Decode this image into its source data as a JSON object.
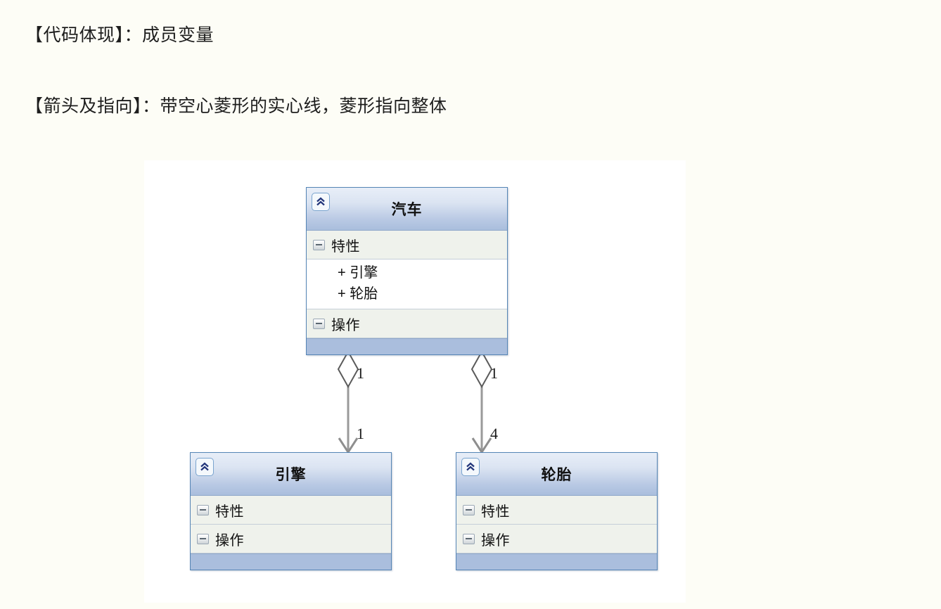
{
  "page": {
    "background_color": "#fdfdf6",
    "prose_lines": [
      "【代码体现】：成员变量",
      "【箭头及指向】：带空心菱形的实心线，菱形指向整体"
    ]
  },
  "diagram": {
    "type": "uml-class-diagram",
    "canvas_background": "#ffffff",
    "accent_color": "#5585b5",
    "header_gradient_top": "#e8eef8",
    "header_gradient_bottom": "#aabedd",
    "section_background": "#eff2ec",
    "connector_color": "#9a9a9a",
    "classes": [
      {
        "id": "car",
        "name": "汽车",
        "collapse_icon": "chevron-double-up-icon",
        "sections": [
          {
            "label": "特性",
            "icon": "minus-box-icon"
          },
          {
            "label": "操作",
            "icon": "minus-box-icon"
          }
        ],
        "attributes": [
          "+ 引擎",
          "+ 轮胎"
        ]
      },
      {
        "id": "engine",
        "name": "引擎",
        "collapse_icon": "chevron-double-up-icon",
        "sections": [
          {
            "label": "特性",
            "icon": "minus-box-icon"
          },
          {
            "label": "操作",
            "icon": "minus-box-icon"
          }
        ],
        "attributes": []
      },
      {
        "id": "tire",
        "name": "轮胎",
        "collapse_icon": "chevron-double-up-icon",
        "sections": [
          {
            "label": "特性",
            "icon": "minus-box-icon"
          },
          {
            "label": "操作",
            "icon": "minus-box-icon"
          }
        ],
        "attributes": []
      }
    ],
    "relations": [
      {
        "id": "car-engine",
        "kind": "aggregation",
        "from": "car",
        "to": "engine",
        "source_multiplicity": "1",
        "target_multiplicity": "1"
      },
      {
        "id": "car-tire",
        "kind": "aggregation",
        "from": "car",
        "to": "tire",
        "source_multiplicity": "1",
        "target_multiplicity": "4"
      }
    ]
  }
}
